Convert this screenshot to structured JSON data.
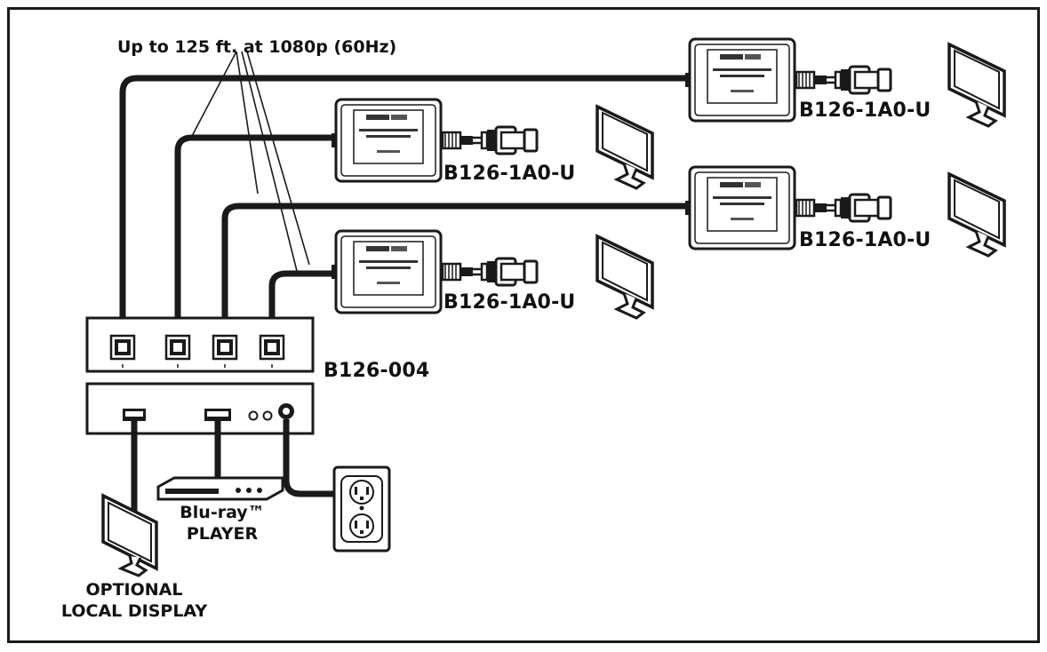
{
  "diagram": {
    "distance_label": "Up to 125 ft. at 1080p (60Hz)",
    "receivers": [
      {
        "model": "B126-1A0-U"
      },
      {
        "model": "B126-1A0-U"
      },
      {
        "model": "B126-1A0-U"
      },
      {
        "model": "B126-1A0-U"
      }
    ],
    "splitter_model": "B126-004",
    "source_label_line1": "Blu-ray™",
    "source_label_line2": "PLAYER",
    "local_display_line1": "OPTIONAL",
    "local_display_line2": "LOCAL DISPLAY",
    "colors": {
      "line": "#1a1a1a",
      "background": "#ffffff"
    }
  }
}
